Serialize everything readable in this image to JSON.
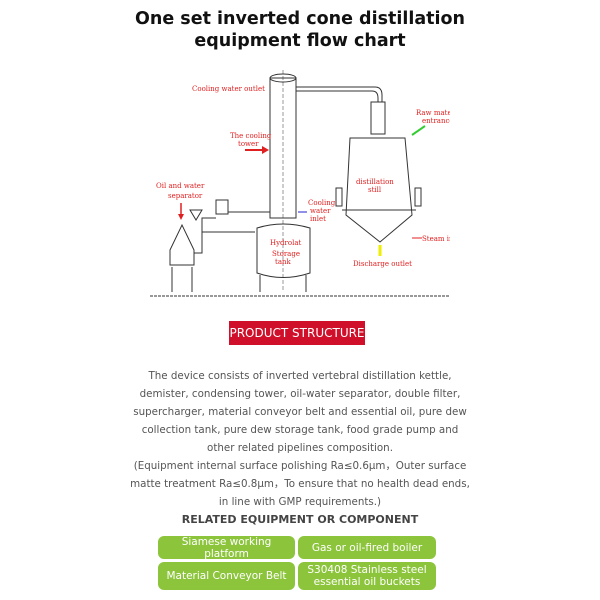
{
  "title_line1": "One set inverted cone distillation",
  "title_line2": "equipment flow chart",
  "diagram": {
    "cooling_water_outlet": "Cooling water outlet",
    "cooling_tower": [
      "The cooling",
      "tower"
    ],
    "oil_water_separator": [
      "Oil and water",
      "separator"
    ],
    "cooling_water_inlet": [
      "Cooling",
      "water",
      "inlet"
    ],
    "hydrolat": [
      "Hydrolat",
      "Storage",
      "tank"
    ],
    "raw_material": [
      "Raw material",
      "entrance"
    ],
    "still": [
      "distillation",
      "still"
    ],
    "steam_inlet": "Steam inlet",
    "discharge": "Discharge outlet"
  },
  "product_structure": "PRODUCT STRUCTURE",
  "description": [
    "The device consists of inverted vertebral distillation kettle,",
    "demister, condensing tower, oil-water separator, double filter,",
    "supercharger, material conveyor belt and essential oil, pure dew",
    "collection tank, pure dew storage tank, food grade pump and",
    "other related pipelines composition.",
    "(Equipment internal surface polishing Ra≤0.6μm，Outer surface",
    "matte treatment Ra≤0.8μm，To ensure that no health dead ends,",
    "in line with GMP requirements.)"
  ],
  "related_heading": "RELATED EQUIPMENT OR COMPONENT",
  "related": [
    "Siamese working platform",
    "Gas or oil-fired boiler",
    "Material Conveyor Belt",
    "S30408 Stainless steel essential oil buckets"
  ],
  "colors": {
    "accent_red": "#d0102a",
    "green": "#8cc43c"
  }
}
